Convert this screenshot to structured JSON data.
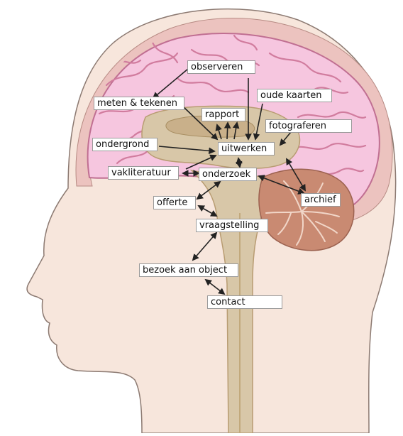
{
  "labels": {
    "observeren": "observeren",
    "meten_tekenen": "meten & tekenen",
    "oude_kaarten": "oude kaarten",
    "rapport": "rapport",
    "fotograferen": "fotograferen",
    "ondergrond": "ondergrond",
    "uitwerken": "uitwerken",
    "vakliteratuur": "vakliteratuur",
    "onderzoek": "onderzoek",
    "archief": "archief",
    "offerte": "offerte",
    "vraagstelling": "vraagstelling",
    "bezoek_aan_object": "bezoek aan object",
    "contact": "contact"
  },
  "colors": {
    "skin": "#f7e6dc",
    "scalp": "#ecc3bf",
    "skull_outline": "#d6a59e",
    "brain": "#f6c6df",
    "brain_folds": "#d17c9e",
    "core": "#d8c7a8",
    "core_dark": "#c9b08a",
    "cerebellum": "#c98a72",
    "arrow": "#222222"
  }
}
